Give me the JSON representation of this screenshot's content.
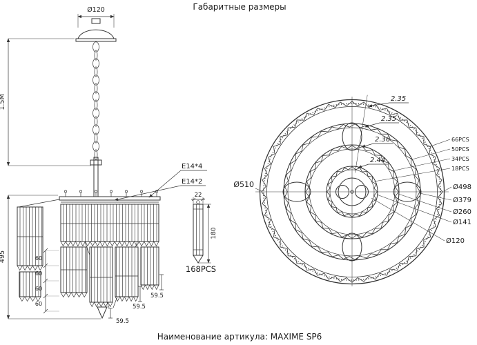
{
  "title": "Габаритные размеры",
  "footer": "Наименование артикула: MAXIME SP6",
  "side_view": {
    "canopy_diameter": "Ø120",
    "chain_length": "1.5M",
    "body_height": "495",
    "socket_outer": "E14*4",
    "socket_inner": "E14*2",
    "tier_offsets": [
      "60",
      "60",
      "60",
      "60"
    ],
    "drop_lengths": [
      "59.5",
      "59.5",
      "59.5"
    ],
    "crystal": {
      "width": "22",
      "length": "180",
      "count": "168PCS"
    }
  },
  "top_view": {
    "overall_diameter": "Ø510",
    "ring_gaps": [
      "2.35",
      "2.35",
      "2.36",
      "2.44"
    ],
    "ring_counts": [
      "66PCS",
      "50PCS",
      "34PCS",
      "18PCS"
    ],
    "diameters": [
      "Ø498",
      "Ø379",
      "Ø260",
      "Ø141",
      "Ø120"
    ]
  }
}
